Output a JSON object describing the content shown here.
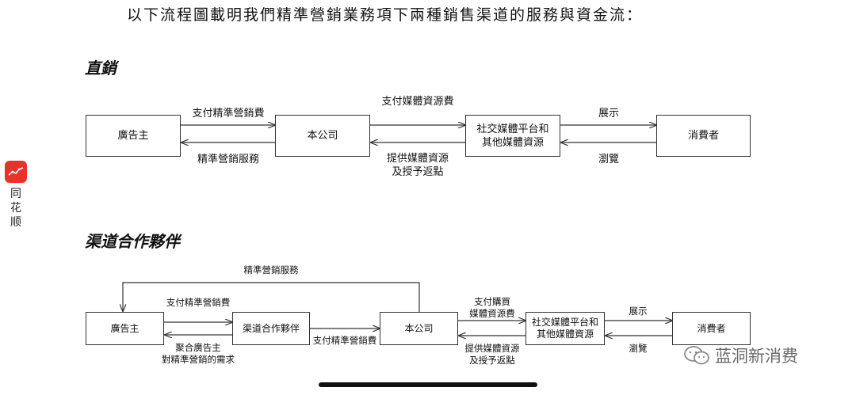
{
  "intro": "以下流程圖載明我們精準營銷業務項下兩種銷售渠道的服務與資金流：",
  "direct": {
    "title": "直銷",
    "boxes": {
      "advertiser": "廣告主",
      "company": "本公司",
      "platform": [
        "社交媒體平台和",
        "其他媒體資源"
      ],
      "consumer": "消費者"
    },
    "labels": {
      "pay_precision": "支付精準營銷費",
      "precision_service": "精準營銷服務",
      "pay_media": "支付媒體資源費",
      "provide_media": [
        "提供媒體資源",
        "及授予返點"
      ],
      "display": "展示",
      "browse": "瀏覽"
    }
  },
  "channel": {
    "title": "渠道合作夥伴",
    "boxes": {
      "advertiser": "廣告主",
      "partner": "渠道合作夥伴",
      "company": "本公司",
      "platform": [
        "社交媒體平台和",
        "其他媒體資源"
      ],
      "consumer": "消費者"
    },
    "labels": {
      "top_service": "精準營銷服務",
      "pay_precision_1": "支付精準營銷費",
      "aggregate": [
        "聚合廣告主",
        "對精準營銷的需求"
      ],
      "pay_precision_2": "支付精準營銷費",
      "pay_purchase": [
        "支付購買",
        "媒體資源費"
      ],
      "provide_media": [
        "提供媒體資源",
        "及授予返點"
      ],
      "display": "展示",
      "browse": "瀏覽"
    }
  },
  "side_app": {
    "name": "同花顺",
    "chars": [
      "同",
      "花",
      "顺"
    ]
  },
  "watermark": "蓝洞新消费",
  "colors": {
    "app_red": "#e8332a",
    "watermark_gray": "#6b6b6b"
  }
}
